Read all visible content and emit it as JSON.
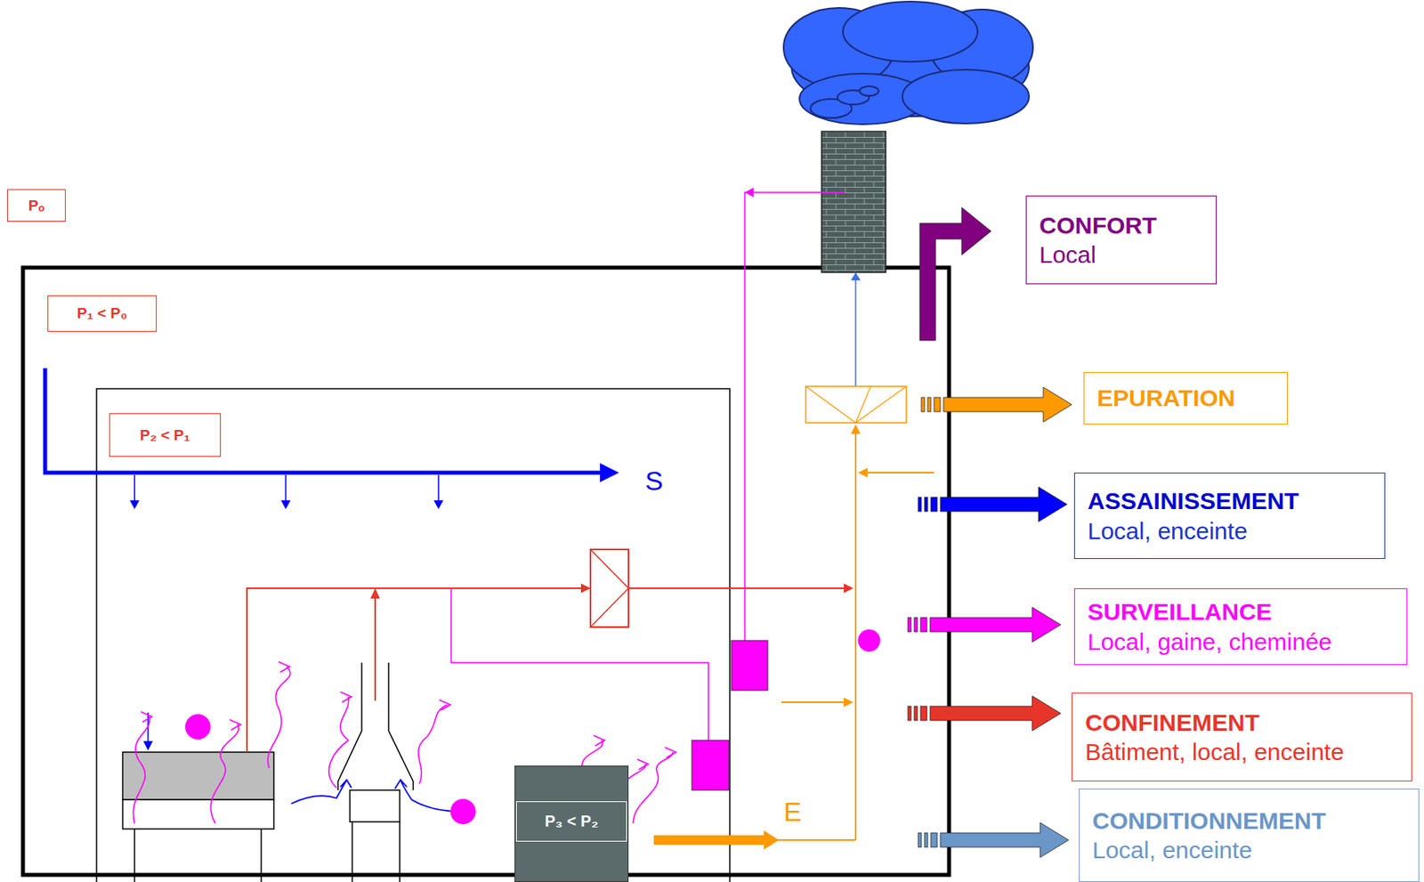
{
  "diagram": {
    "nodes": [
      {
        "text": [
          "Pₒ"
        ]
      },
      {
        "text": [
          "P₁ < P₀"
        ]
      },
      {
        "text": [
          "P₂ < P₁"
        ]
      },
      {
        "text": [
          "CONFORT",
          "Local"
        ]
      },
      {
        "text": [
          "EPURATION"
        ]
      },
      {
        "text": [
          "ASSAINISSEMENT",
          "Local, enceinte"
        ]
      },
      {
        "text": [
          "SURVEILLANCE",
          "Local, gaine, cheminée"
        ]
      },
      {
        "text": [
          "P₃ < P₂"
        ]
      },
      {
        "text": [
          "CONFINEMENT",
          "Bâtiment, local, enceinte"
        ]
      },
      {
        "text": [
          "CONDITIONNEMENT",
          "Local, enceinte"
        ]
      }
    ],
    "labels": [
      "S",
      "E"
    ]
  }
}
